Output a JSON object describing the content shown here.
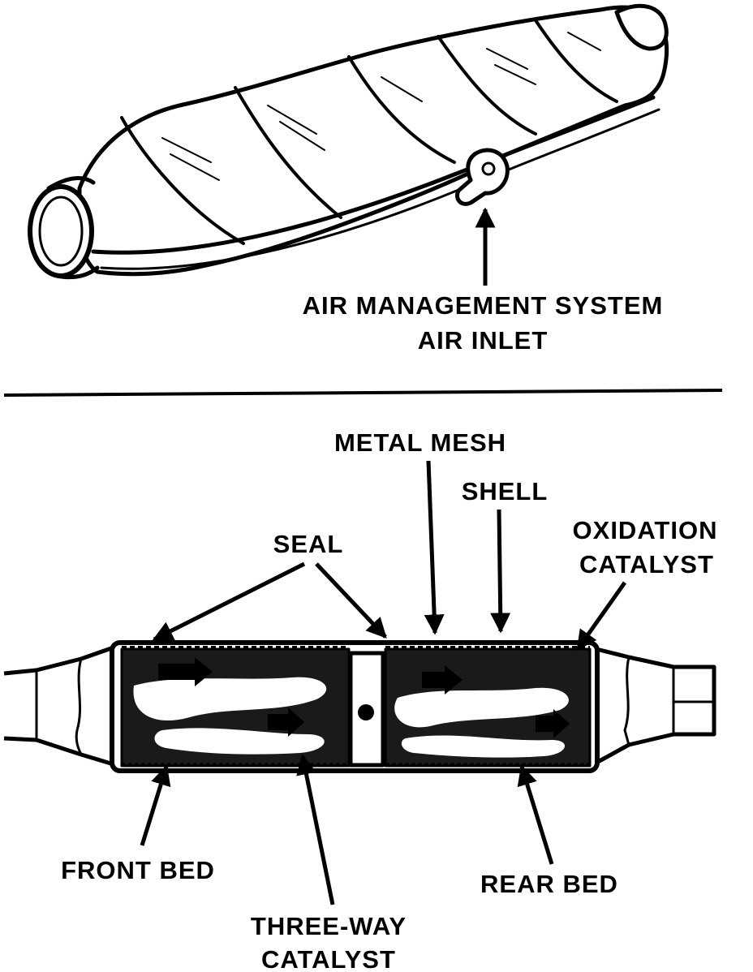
{
  "upper_view": {
    "air_inlet_label_line1": "AIR MANAGEMENT SYSTEM",
    "air_inlet_label_line2": "AIR INLET"
  },
  "lower_view": {
    "metal_mesh": "METAL MESH",
    "shell": "SHELL",
    "seal": "SEAL",
    "oxidation_catalyst_line1": "OXIDATION",
    "oxidation_catalyst_line2": "CATALYST",
    "front_bed": "FRONT BED",
    "rear_bed": "REAR BED",
    "three_way_catalyst_line1": "THREE-WAY",
    "three_way_catalyst_line2": "CATALYST"
  },
  "colors": {
    "ink": "#000000",
    "paper": "#ffffff"
  }
}
